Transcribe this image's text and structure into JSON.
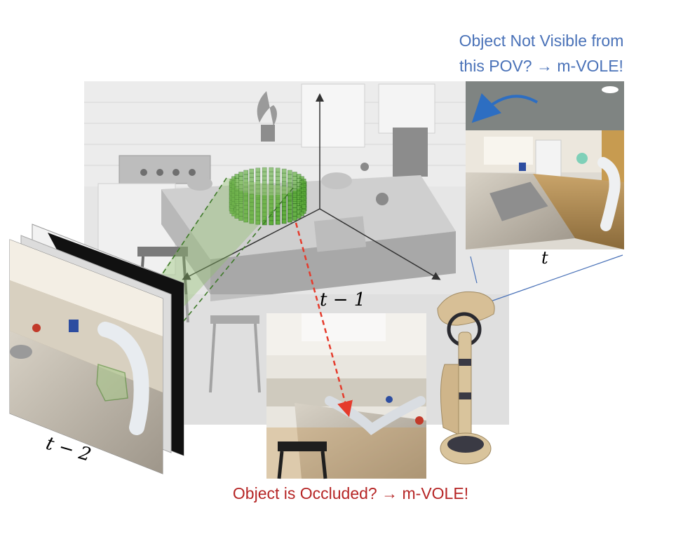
{
  "captions": {
    "top_line1": "Object Not Visible from",
    "top_line2": "this POV? → m-VOLE!",
    "bottom": "Object is Occluded? → m-VOLE!"
  },
  "time_labels": {
    "t": "t",
    "t_minus_1": "t − 1",
    "t_minus_2": "t − 2"
  },
  "colors": {
    "top_caption": "#4a72b8",
    "bottom_caption": "#b62626",
    "voxels": "#5fae3c",
    "occlusion_arrow": "#e53b2c",
    "rotation_arrow": "#2d6ec2",
    "pov_link_lines": "#4a72b8"
  },
  "icons": [
    "robot-agent-icon",
    "voxel-object-icon",
    "rotation-arrow-icon"
  ]
}
